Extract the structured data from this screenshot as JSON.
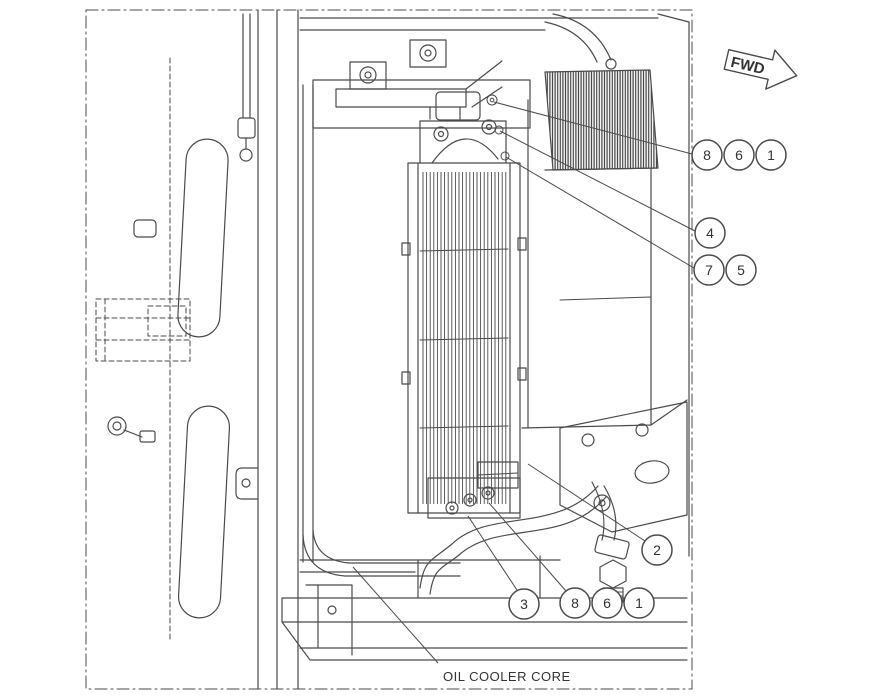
{
  "figure": {
    "caption": "OIL COOLER CORE",
    "direction_label": "FWD",
    "callouts": [
      {
        "id": "top-8",
        "label": "8"
      },
      {
        "id": "top-6",
        "label": "6"
      },
      {
        "id": "top-1",
        "label": "1"
      },
      {
        "id": "mid-4",
        "label": "4"
      },
      {
        "id": "mid-7",
        "label": "7"
      },
      {
        "id": "mid-5",
        "label": "5"
      },
      {
        "id": "right-2",
        "label": "2"
      },
      {
        "id": "bottom-3",
        "label": "3"
      },
      {
        "id": "bottom-8",
        "label": "8"
      },
      {
        "id": "bottom-6",
        "label": "6"
      },
      {
        "id": "bottom-1",
        "label": "1"
      }
    ],
    "colors": {
      "line": "#4b4b4b",
      "background": "#ffffff",
      "text": "#333333"
    }
  }
}
